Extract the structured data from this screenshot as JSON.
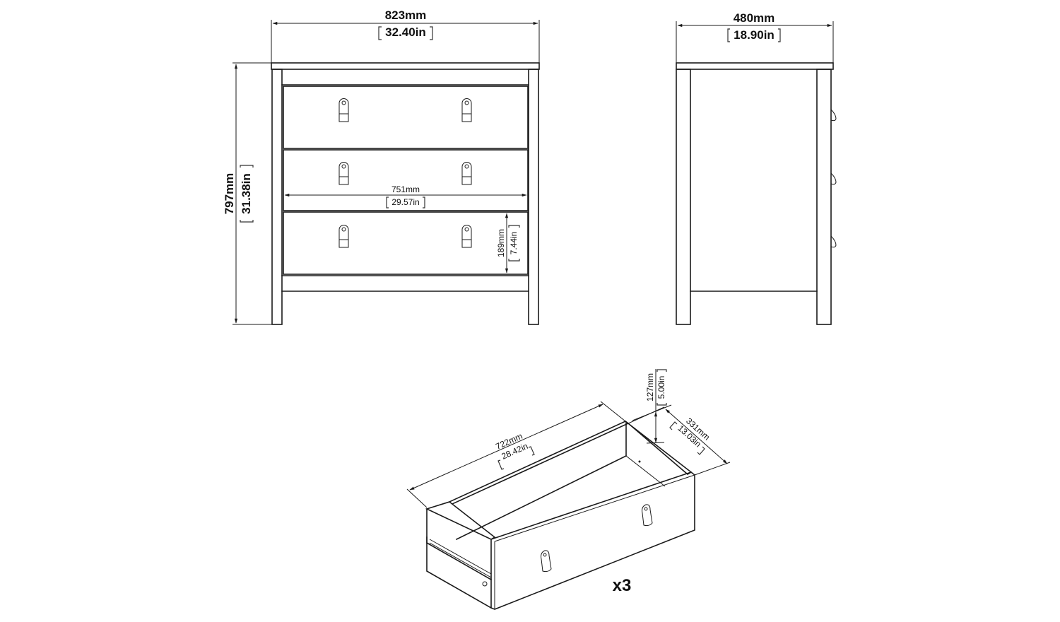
{
  "front_view": {
    "width_mm": "823mm",
    "width_in": "32.40in",
    "height_mm": "797mm",
    "height_in": "31.38in",
    "inner_width_mm": "751mm",
    "inner_width_in": "29.57in",
    "drawer_height_mm": "189mm",
    "drawer_height_in": "7.44in",
    "drawer_count": 3,
    "handles_per_drawer": 2
  },
  "side_view": {
    "depth_mm": "480mm",
    "depth_in": "18.90in"
  },
  "drawer_detail": {
    "length_mm": "722mm",
    "length_in": "28.42in",
    "depth_mm": "331mm",
    "depth_in": "13.03in",
    "height_mm": "127mm",
    "height_in": "5.00in",
    "quantity_label": "x3"
  },
  "colors": {
    "line": "#1a1a1a",
    "background": "#ffffff"
  }
}
